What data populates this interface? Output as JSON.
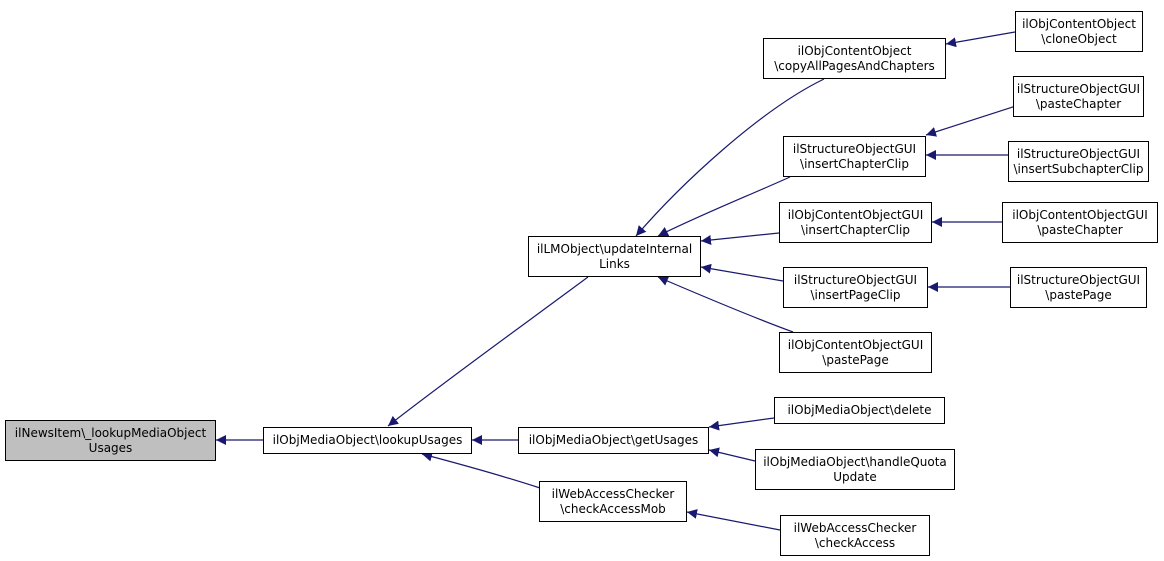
{
  "colors": {
    "edge": "#191970",
    "node_border": "#000000",
    "node_fill": "#ffffff",
    "root_fill": "#bfbfbf"
  },
  "nodes": [
    {
      "id": "n0",
      "line1": "ilNewsItem\\_lookupMediaObject",
      "line2": "Usages",
      "root": true
    },
    {
      "id": "n1",
      "line1": "ilObjMediaObject\\lookupUsages",
      "line2": ""
    },
    {
      "id": "n2",
      "line1": "ilLMObject\\updateInternal",
      "line2": "Links"
    },
    {
      "id": "n3",
      "line1": "ilObjMediaObject\\getUsages",
      "line2": ""
    },
    {
      "id": "n4",
      "line1": "ilWebAccessChecker",
      "line2": "\\checkAccessMob"
    },
    {
      "id": "n5",
      "line1": "ilObjContentObject",
      "line2": "\\copyAllPagesAndChapters"
    },
    {
      "id": "n6",
      "line1": "ilStructureObjectGUI",
      "line2": "\\insertChapterClip"
    },
    {
      "id": "n7",
      "line1": "ilObjContentObjectGUI",
      "line2": "\\insertChapterClip"
    },
    {
      "id": "n8",
      "line1": "ilStructureObjectGUI",
      "line2": "\\insertPageClip"
    },
    {
      "id": "n9",
      "line1": "ilObjContentObjectGUI",
      "line2": "\\pastePage"
    },
    {
      "id": "n10",
      "line1": "ilObjContentObject",
      "line2": "\\cloneObject"
    },
    {
      "id": "n11",
      "line1": "ilStructureObjectGUI",
      "line2": "\\pasteChapter"
    },
    {
      "id": "n12",
      "line1": "ilStructureObjectGUI",
      "line2": "\\insertSubchapterClip"
    },
    {
      "id": "n13",
      "line1": "ilObjContentObjectGUI",
      "line2": "\\pasteChapter"
    },
    {
      "id": "n14",
      "line1": "ilStructureObjectGUI",
      "line2": "\\pastePage"
    },
    {
      "id": "n15",
      "line1": "ilObjMediaObject\\delete",
      "line2": ""
    },
    {
      "id": "n16",
      "line1": "ilObjMediaObject\\handleQuota",
      "line2": "Update"
    },
    {
      "id": "n17",
      "line1": "ilWebAccessChecker",
      "line2": "\\checkAccess"
    }
  ],
  "edges": [
    {
      "from": "n1",
      "to": "n0"
    },
    {
      "from": "n2",
      "to": "n1"
    },
    {
      "from": "n3",
      "to": "n1"
    },
    {
      "from": "n4",
      "to": "n1"
    },
    {
      "from": "n5",
      "to": "n2"
    },
    {
      "from": "n6",
      "to": "n2"
    },
    {
      "from": "n7",
      "to": "n2"
    },
    {
      "from": "n8",
      "to": "n2"
    },
    {
      "from": "n9",
      "to": "n2"
    },
    {
      "from": "n10",
      "to": "n5"
    },
    {
      "from": "n11",
      "to": "n6"
    },
    {
      "from": "n12",
      "to": "n6"
    },
    {
      "from": "n13",
      "to": "n7"
    },
    {
      "from": "n14",
      "to": "n8"
    },
    {
      "from": "n15",
      "to": "n3"
    },
    {
      "from": "n16",
      "to": "n3"
    },
    {
      "from": "n17",
      "to": "n4"
    }
  ]
}
